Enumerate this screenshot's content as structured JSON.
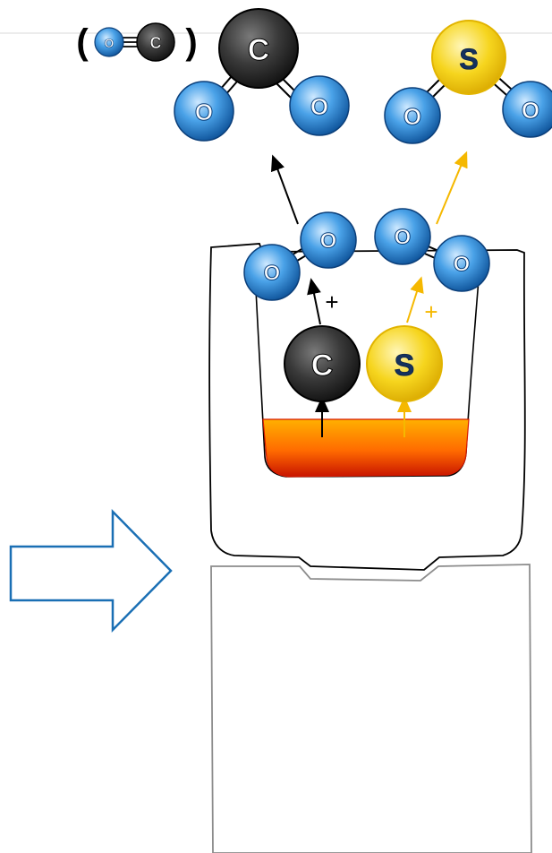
{
  "atoms": {
    "carbon": "C",
    "sulfur": "S",
    "oxygen": "O"
  },
  "monoxide_note": {
    "open_paren": "(",
    "close_paren": ")"
  },
  "plus_signs": {
    "carbon_plus": "+",
    "sulfur_plus": "+"
  },
  "colors": {
    "carbon": "#222222",
    "sulfur": "#f2c81a",
    "oxygen": "#1a6fc0",
    "arrow_carbon": "#000000",
    "arrow_sulfur": "#f5b800",
    "hollow_arrow": "#1a6fb4",
    "melt_top": "#ffb000",
    "melt_bottom": "#d41a00"
  }
}
